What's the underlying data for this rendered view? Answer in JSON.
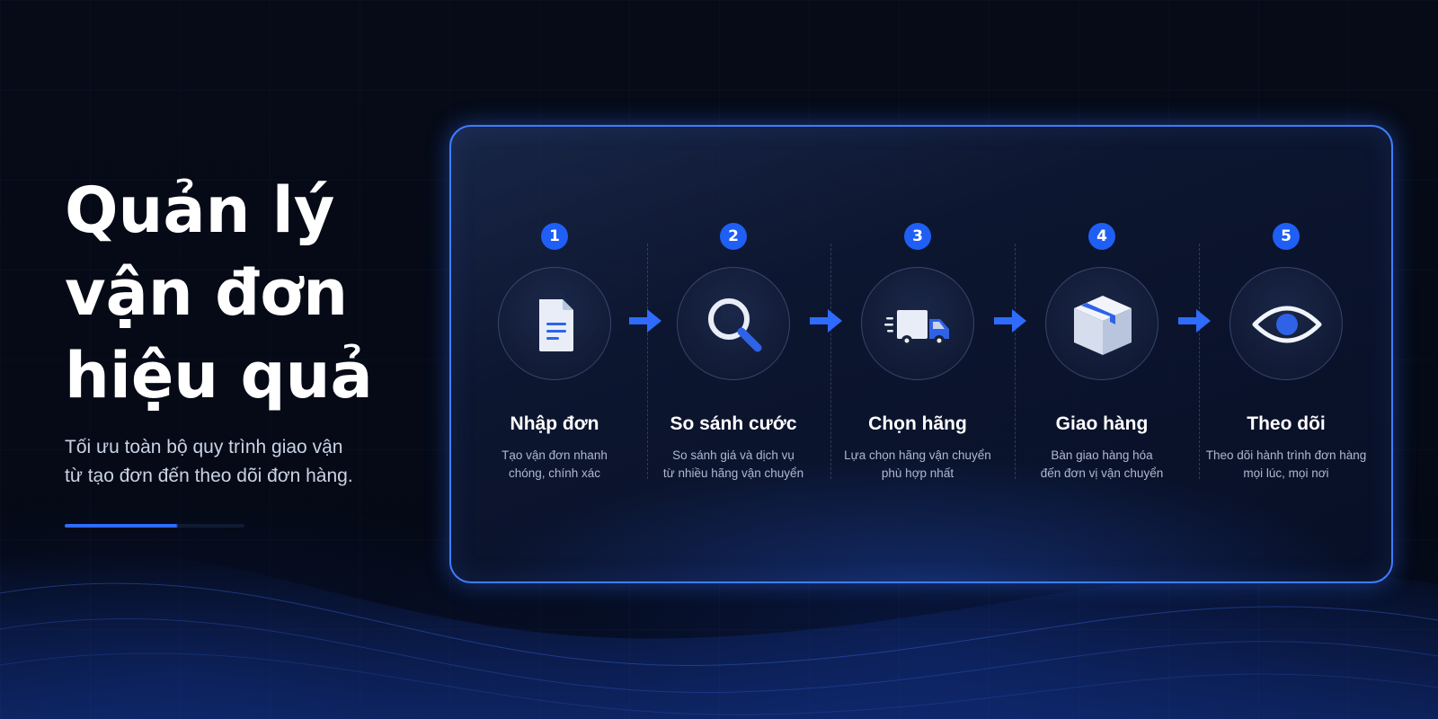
{
  "hero": {
    "title_lines": [
      "Quản lý",
      "vận đơn",
      "hiệu quả"
    ],
    "subtitle_lines": [
      "Tối ưu toàn bộ quy trình giao vận",
      "từ tạo đơn đến theo dõi đơn hàng."
    ]
  },
  "steps": [
    {
      "number": "1",
      "title": "Nhập đơn",
      "desc_lines": [
        "Tạo vận đơn nhanh",
        "chóng, chính xác"
      ],
      "icon": "document-icon"
    },
    {
      "number": "2",
      "title": "So sánh cước",
      "desc_lines": [
        "So sánh giá và dịch vụ",
        "từ nhiều hãng vận chuyển"
      ],
      "icon": "magnifier-icon"
    },
    {
      "number": "3",
      "title": "Chọn hãng",
      "desc_lines": [
        "Lựa chọn hãng vận chuyển",
        "phù hợp nhất"
      ],
      "icon": "truck-icon"
    },
    {
      "number": "4",
      "title": "Giao hàng",
      "desc_lines": [
        "Bàn giao hàng hóa",
        "đến đơn vị vận chuyển"
      ],
      "icon": "package-icon"
    },
    {
      "number": "5",
      "title": "Theo dõi",
      "desc_lines": [
        "Theo dõi hành trình đơn hàng",
        "mọi lúc, mọi nơi"
      ],
      "icon": "eye-icon"
    }
  ],
  "colors": {
    "accent": "#1f5ff5",
    "background": "#050914",
    "panel_border": "#3f7dff"
  }
}
